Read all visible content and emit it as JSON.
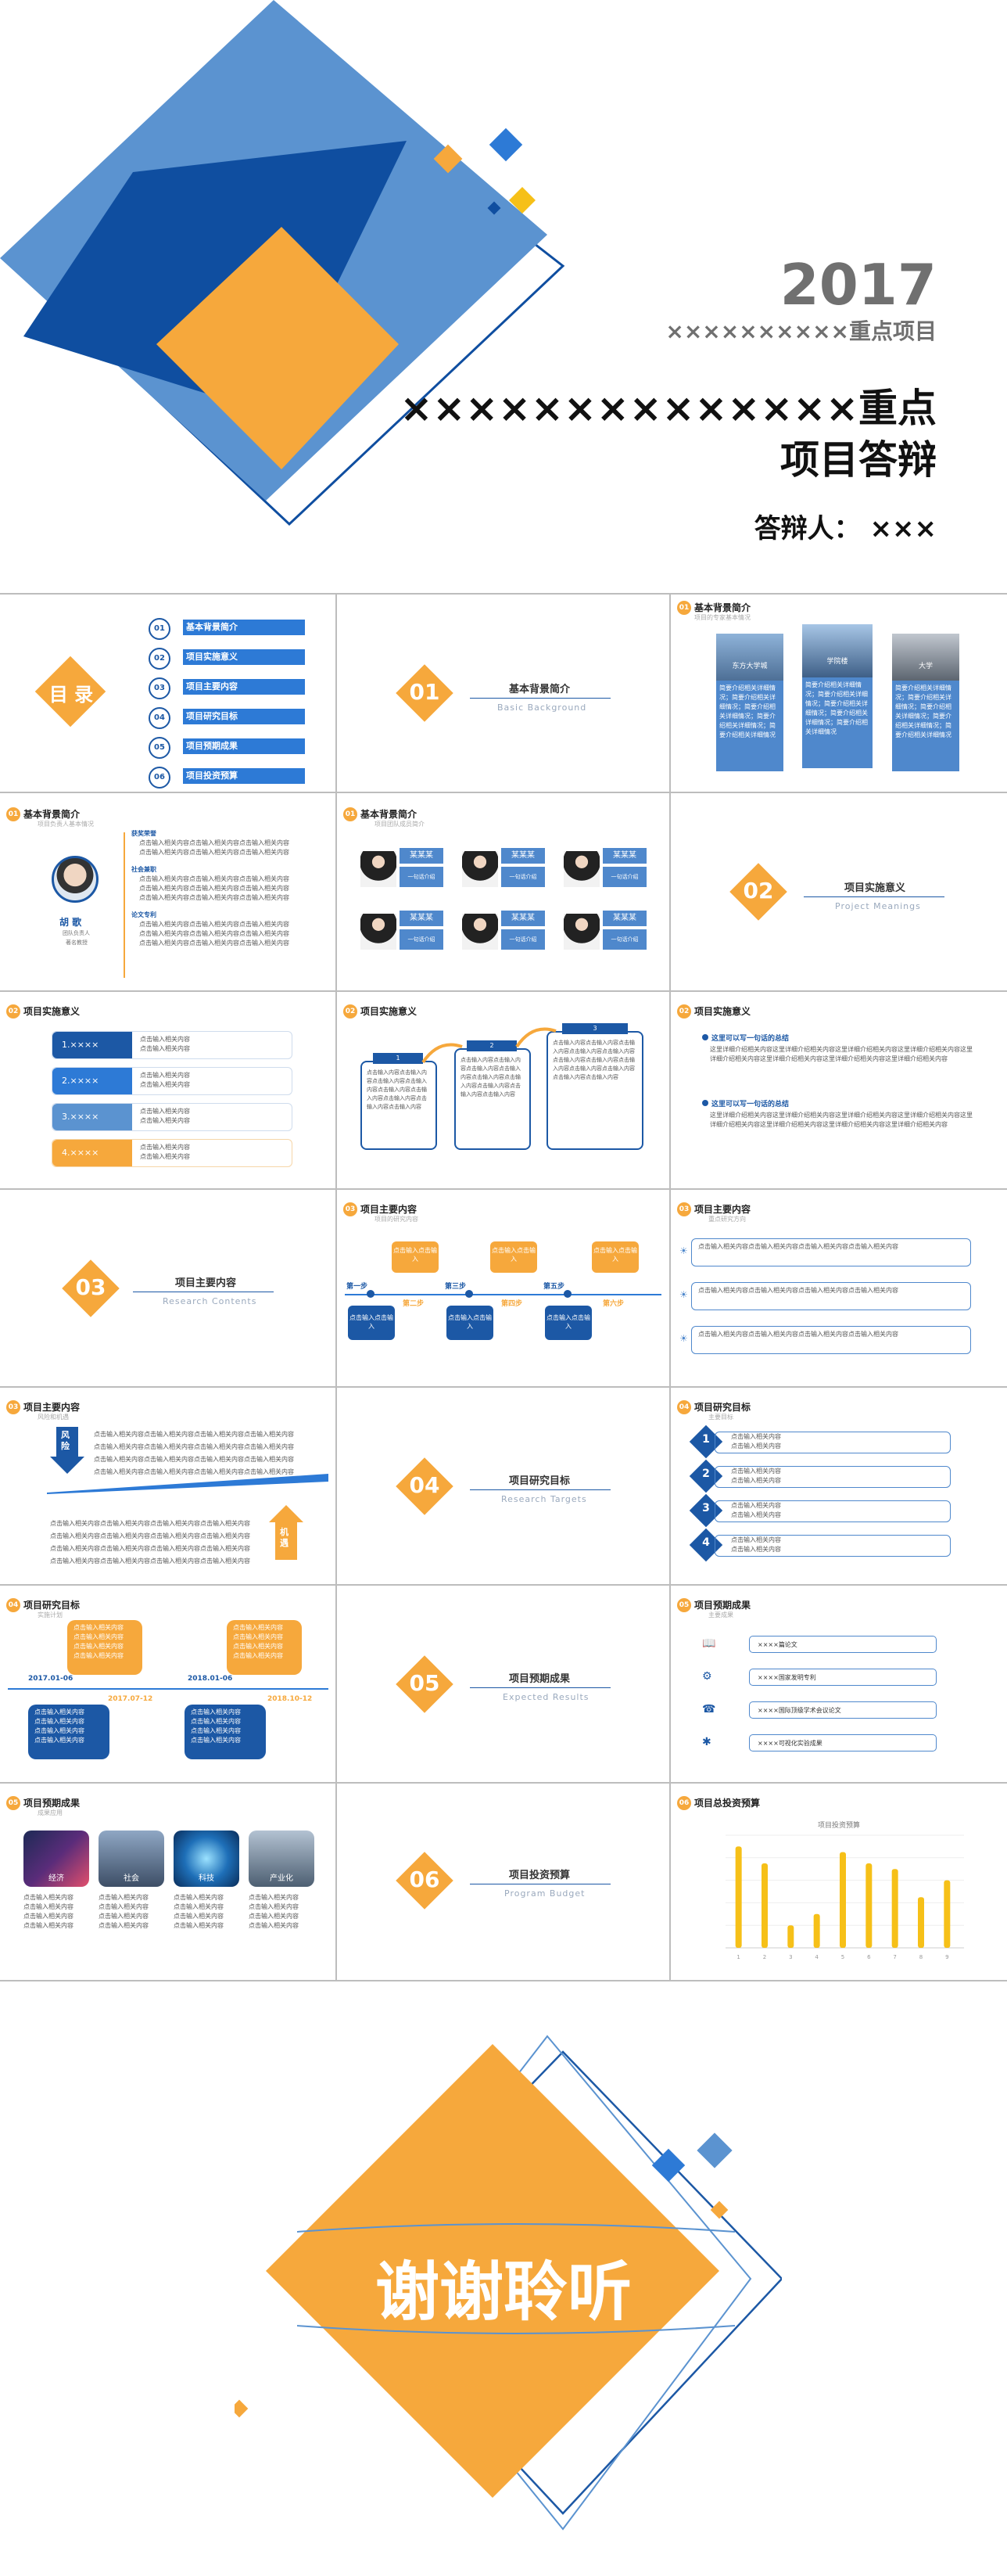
{
  "cover": {
    "year": "2017",
    "subtitle": "××××××××××重点项目",
    "title_line1": "××××××××××××××重点",
    "title_line2": "项目答辩",
    "presenter": "答辩人： ×××"
  },
  "toc": {
    "label": "目 录",
    "items": [
      {
        "num": "01",
        "text": "基本背景简介"
      },
      {
        "num": "02",
        "text": "项目实施意义"
      },
      {
        "num": "03",
        "text": "项目主要内容"
      },
      {
        "num": "04",
        "text": "项目研究目标"
      },
      {
        "num": "05",
        "text": "项目预期成果"
      },
      {
        "num": "06",
        "text": "项目投资预算"
      }
    ]
  },
  "sections": [
    {
      "num": "01",
      "title": "基本背景简介",
      "sub": "Basic Background"
    },
    {
      "num": "02",
      "title": "项目实施意义",
      "sub": "Project Meanings"
    },
    {
      "num": "03",
      "title": "项目主要内容",
      "sub": "Research Contents"
    },
    {
      "num": "04",
      "title": "项目研究目标",
      "sub": "Research Targets"
    },
    {
      "num": "05",
      "title": "项目预期成果",
      "sub": "Expected Results"
    },
    {
      "num": "06",
      "title": "项目投资预算",
      "sub": "Program Budget"
    }
  ],
  "bg_slide": {
    "tag_num": "01",
    "tag": "基本背景简介",
    "tag_sub": "项目的专家基本情况",
    "cards": [
      {
        "caption": "东方大学城",
        "text": "简要介绍相关详细情况；简要介绍相关详细情况；简要介绍相关详细情况；简要介绍相关详细情况；简要介绍相关详细情况"
      },
      {
        "caption": "学院楼",
        "text": "简要介绍相关详细情况；简要介绍相关详细情况；简要介绍相关详细情况；简要介绍相关详细情况；简要介绍相关详细情况"
      },
      {
        "caption": "大学",
        "text": "简要介绍相关详细情况；简要介绍相关详细情况；简要介绍相关详细情况；简要介绍相关详细情况；简要介绍相关详细情况"
      }
    ]
  },
  "person_slide": {
    "tag_num": "01",
    "tag": "基本背景简介",
    "tag_sub": "项目负责人基本情况",
    "name": "胡 歌",
    "role": "团队负责人",
    "role2": "著名教授",
    "groups": [
      {
        "title": "获奖荣誉",
        "lines": [
          "点击输入相关内容点击输入相关内容点击输入相关内容",
          "点击输入相关内容点击输入相关内容点击输入相关内容"
        ]
      },
      {
        "title": "社会兼职",
        "lines": [
          "点击输入相关内容点击输入相关内容点击输入相关内容",
          "点击输入相关内容点击输入相关内容点击输入相关内容",
          "点击输入相关内容点击输入相关内容点击输入相关内容"
        ]
      },
      {
        "title": "论文专利",
        "lines": [
          "点击输入相关内容点击输入相关内容点击输入相关内容",
          "点击输入相关内容点击输入相关内容点击输入相关内容",
          "点击输入相关内容点击输入相关内容点击输入相关内容"
        ]
      }
    ]
  },
  "team_slide": {
    "tag_num": "01",
    "tag": "基本背景简介",
    "tag_sub": "项目团队成员简介",
    "members": [
      {
        "name": "某某某",
        "desc": "一句话介绍"
      },
      {
        "name": "某某某",
        "desc": "一句话介绍"
      },
      {
        "name": "某某某",
        "desc": "一句话介绍"
      },
      {
        "name": "某某某",
        "desc": "一句话介绍"
      },
      {
        "name": "某某某",
        "desc": "一句话介绍"
      },
      {
        "name": "某某某",
        "desc": "一句话介绍"
      }
    ]
  },
  "meaning1": {
    "tag_num": "02",
    "tag": "项目实施意义",
    "rows": [
      {
        "label": "1.××××",
        "l1": "点击输入相关内容",
        "l2": "点击输入相关内容"
      },
      {
        "label": "2.××××",
        "l1": "点击输入相关内容",
        "l2": "点击输入相关内容"
      },
      {
        "label": "3.××××",
        "l1": "点击输入相关内容",
        "l2": "点击输入相关内容"
      },
      {
        "label": "4.××××",
        "l1": "点击输入相关内容",
        "l2": "点击输入相关内容"
      }
    ]
  },
  "meaning2": {
    "tag_num": "02",
    "tag": "项目实施意义",
    "steps": [
      {
        "n": "1",
        "text": "点击输入内容点击输入内容点击输入内容点击输入内容点击输入内容点击输入内容点击输入内容点击输入内容点击输入内容"
      },
      {
        "n": "2",
        "text": "点击输入内容点击输入内容点击输入内容点击输入内容点击输入内容点击输入内容点击输入内容点击输入内容点击输入内容"
      },
      {
        "n": "3",
        "text": "点击输入内容点击输入内容点击输入内容点击输入内容点击输入内容点击输入内容点击输入内容点击输入内容点击输入内容点击输入内容点击输入内容点击输入内容"
      }
    ]
  },
  "meaning3": {
    "tag_num": "02",
    "tag": "项目实施意义",
    "h1": "这里可以写一句话的总结",
    "h2": "这里可以写一句话的总结",
    "p1": "这里详细介绍相关内容这里详细介绍相关内容这里详细介绍相关内容这里详细介绍相关内容这里详细介绍相关内容这里详细介绍相关内容这里详细介绍相关内容这里详细介绍相关内容",
    "p2": "这里详细介绍相关内容这里详细介绍相关内容这里详细介绍相关内容这里详细介绍相关内容这里详细介绍相关内容这里详细介绍相关内容这里详细介绍相关内容这里详细介绍相关内容"
  },
  "content1": {
    "tag_num": "03",
    "tag": "项目主要内容",
    "tag_sub": "项目的研究内容",
    "steps": [
      {
        "label": "第一步",
        "bubble": "点击输入点击输入",
        "box": "点击输入点击输入"
      },
      {
        "label": "第二步",
        "bubble": "点击输入点击输入",
        "box": "点击输入点击输入"
      },
      {
        "label": "第三步",
        "bubble": "点击输入点击输入",
        "box": "点击输入点击输入"
      },
      {
        "label": "第四步",
        "bubble": "点击输入点击输入",
        "box": "点击输入点击输入"
      },
      {
        "label": "第五步",
        "bubble": "点击输入点击输入",
        "box": "点击输入点击输入"
      },
      {
        "label": "第六步",
        "bubble": "点击输入点击输入",
        "box": "点击输入点击输入"
      }
    ]
  },
  "content2": {
    "tag_num": "03",
    "tag": "项目主要内容",
    "tag_sub": "重点研究方向",
    "items": [
      "点击输入相关内容点击输入相关内容点击输入相关内容点击输入相关内容",
      "点击输入相关内容点击输入相关内容点击输入相关内容点击输入相关内容",
      "点击输入相关内容点击输入相关内容点击输入相关内容点击输入相关内容"
    ]
  },
  "content3": {
    "tag_num": "03",
    "tag": "项目主要内容",
    "tag_sub": "风险和机遇",
    "risk": "风险",
    "chance": "机遇",
    "line": "点击输入相关内容点击输入相关内容点击输入相关内容点击输入相关内容"
  },
  "target1": {
    "tag_num": "04",
    "tag": "项目研究目标",
    "tag_sub": "主要目标",
    "items": [
      {
        "n": "1",
        "l1": "点击输入相关内容",
        "l2": "点击输入相关内容"
      },
      {
        "n": "2",
        "l1": "点击输入相关内容",
        "l2": "点击输入相关内容"
      },
      {
        "n": "3",
        "l1": "点击输入相关内容",
        "l2": "点击输入相关内容"
      },
      {
        "n": "4",
        "l1": "点击输入相关内容",
        "l2": "点击输入相关内容"
      }
    ]
  },
  "target2": {
    "tag_num": "04",
    "tag": "项目研究目标",
    "tag_sub": "实施计划",
    "dates": [
      "2017.01-06",
      "2017.07-12",
      "2018.01-06",
      "2018.10-12"
    ],
    "line": "点击输入相关内容"
  },
  "result1": {
    "tag_num": "05",
    "tag": "项目预期成果",
    "tag_sub": "主要成果",
    "items": [
      "××××篇论文",
      "××××国家发明专利",
      "××××国际顶级学术会议论文",
      "××××可视化实验成果"
    ]
  },
  "result2": {
    "tag_num": "05",
    "tag": "项目预期成果",
    "tag_sub": "成果应用",
    "cards": [
      {
        "label": "经济",
        "line": "点击输入相关内容"
      },
      {
        "label": "社会",
        "line": "点击输入相关内容"
      },
      {
        "label": "科技",
        "line": "点击输入相关内容"
      },
      {
        "label": "产业化",
        "line": "点击输入相关内容"
      }
    ]
  },
  "budget": {
    "tag_num": "06",
    "tag": "项目总投资预算"
  },
  "chart_data": {
    "type": "bar",
    "title": "项目投资预算",
    "categories": [
      "1",
      "2",
      "3",
      "4",
      "5",
      "6",
      "7",
      "8",
      "9"
    ],
    "values": [
      90,
      75,
      20,
      30,
      85,
      75,
      70,
      45,
      60
    ],
    "ylim": [
      0,
      100
    ],
    "color": "#f6c018"
  },
  "closing": {
    "text": "谢谢聆听"
  },
  "colors": {
    "blue_dark": "#0f4ea0",
    "blue_light": "#5b93d0",
    "orange": "#f6a83c",
    "yellow": "#f6c018"
  }
}
